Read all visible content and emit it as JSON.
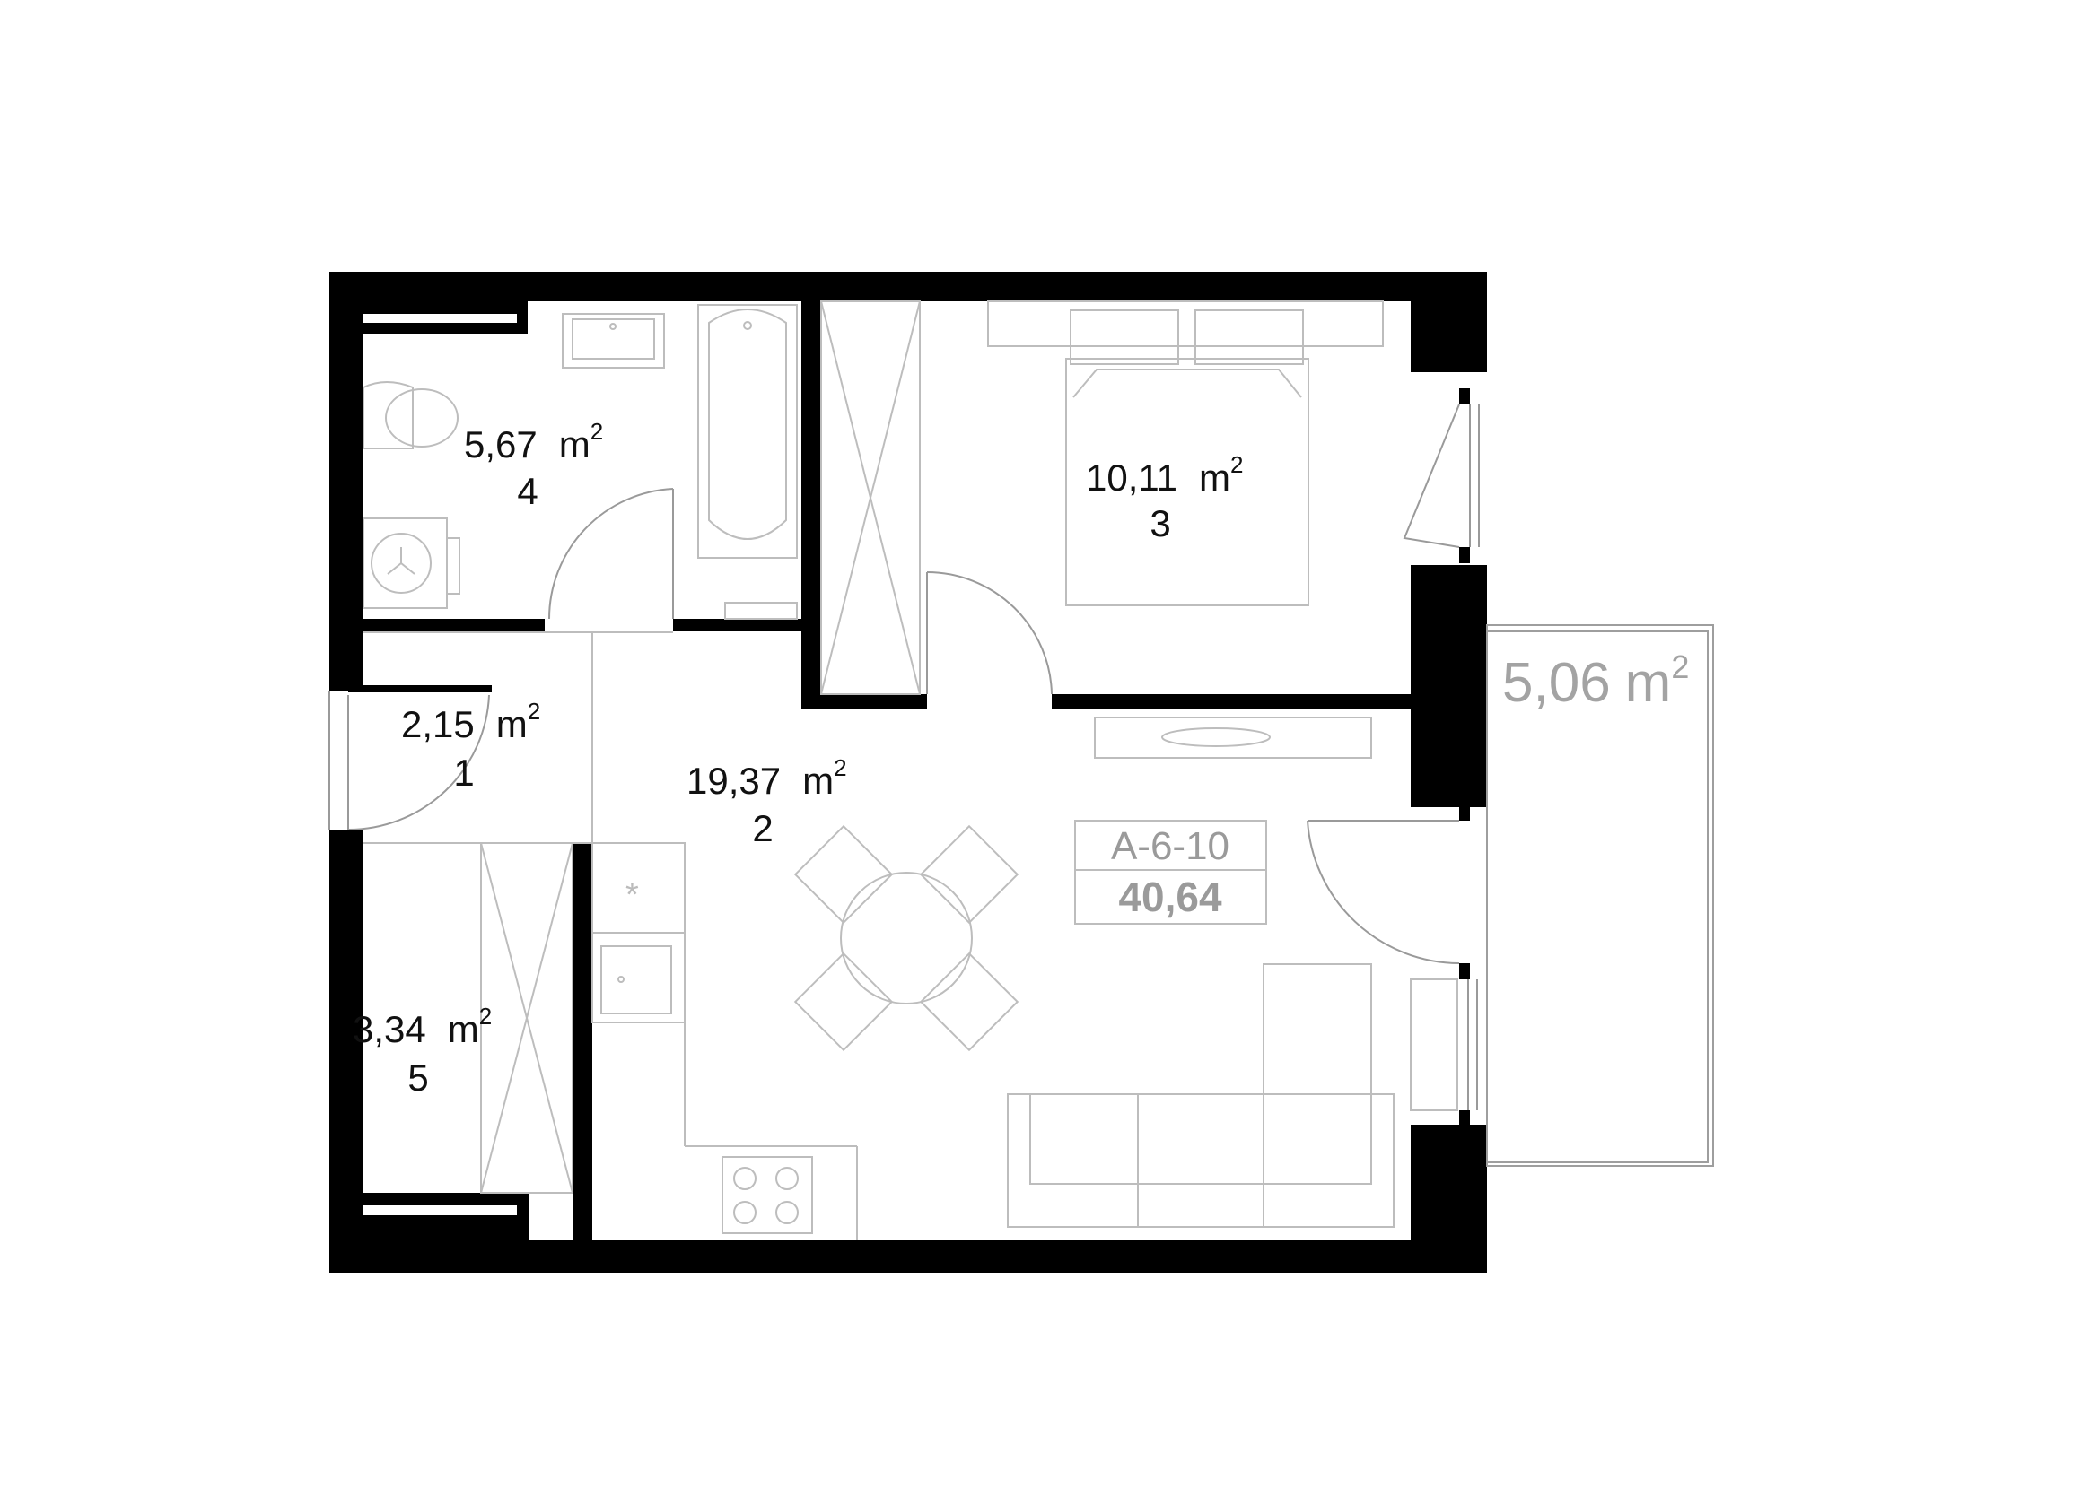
{
  "plan": {
    "unit_code": "A-6-10",
    "total_area": "40,64",
    "rooms": [
      {
        "id": "room-1",
        "area": "2,15",
        "unit": "m",
        "exp": "2",
        "number": "1"
      },
      {
        "id": "room-2",
        "area": "19,37",
        "unit": "m",
        "exp": "2",
        "number": "2"
      },
      {
        "id": "room-3",
        "area": "10,11",
        "unit": "m",
        "exp": "2",
        "number": "3"
      },
      {
        "id": "room-4",
        "area": "5,67",
        "unit": "m",
        "exp": "2",
        "number": "4"
      },
      {
        "id": "room-5",
        "area": "3,34",
        "unit": "m",
        "exp": "2",
        "number": "5"
      }
    ],
    "balcony": {
      "area": "5,06",
      "unit": "m",
      "exp": "2"
    }
  },
  "colors": {
    "wall": "#000000",
    "furniture": "#bdbdbd",
    "balcony_text": "#a3a3a3",
    "unit_text": "#9a9a9a"
  }
}
